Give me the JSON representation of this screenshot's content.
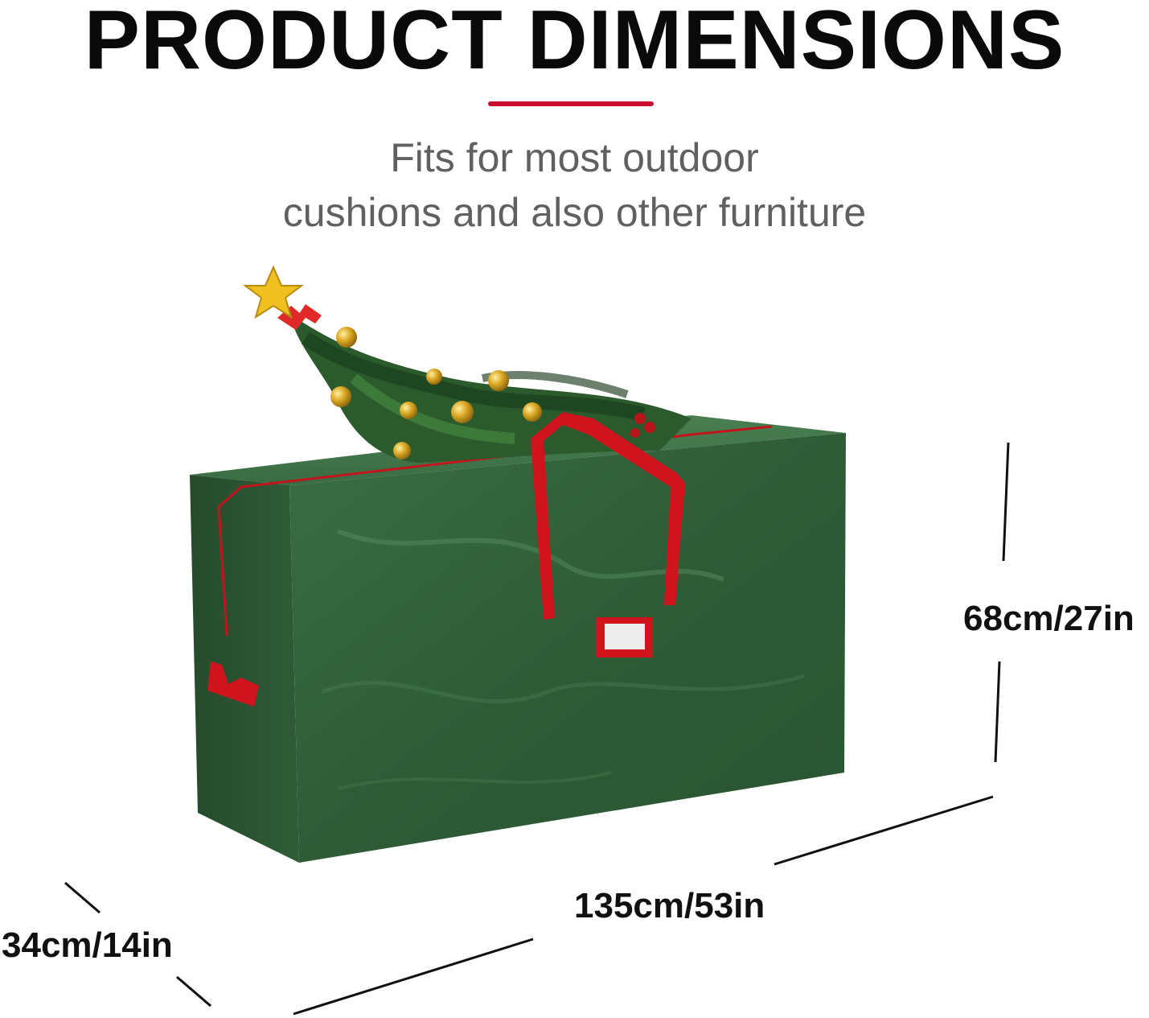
{
  "header": {
    "title": "PRODUCT DIMENSIONS",
    "subtitle_line1": "Fits for most outdoor",
    "subtitle_line2": "cushions and also other furniture"
  },
  "dimensions": {
    "height": "68cm/27in",
    "length": "135cm/53in",
    "depth": "34cm/14in"
  },
  "colors": {
    "accent": "#c8102e",
    "bag_green": "#2f5e38",
    "handle_red": "#d0141e",
    "text_dark": "#0a0a0a",
    "text_gray": "#606060"
  }
}
